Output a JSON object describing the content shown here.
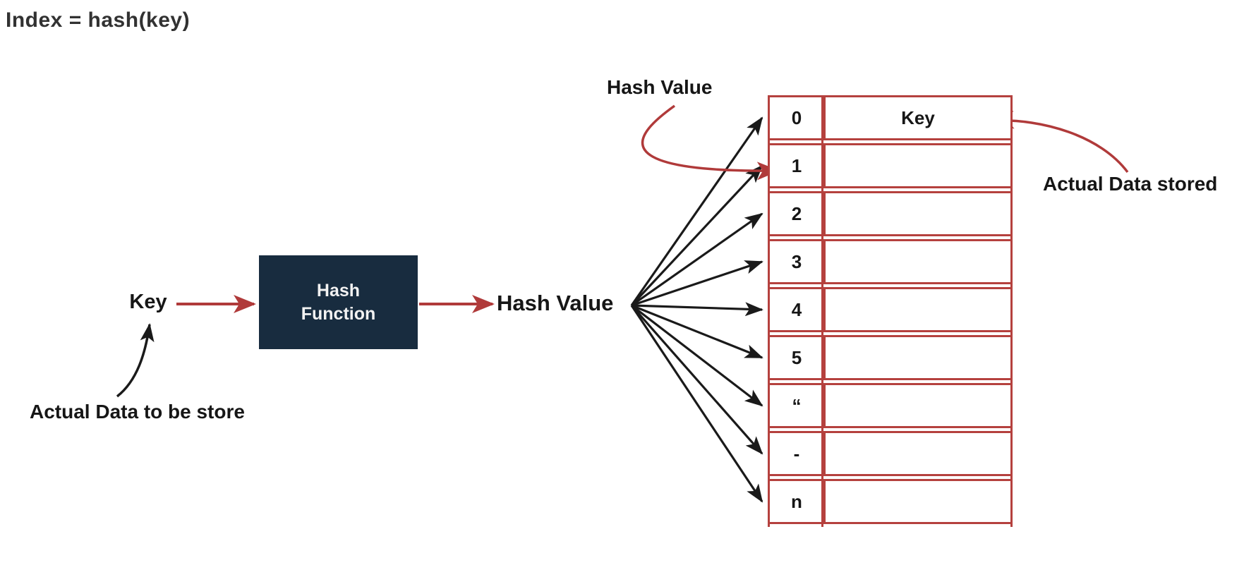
{
  "title": "Index = hash(key)",
  "colors": {
    "arrow_red": "#b03a3a",
    "table_border": "#b5413e",
    "box_navy": "#182c3f",
    "text_dark": "#323232",
    "text_black": "#161616"
  },
  "labels": {
    "key": "Key",
    "hash_function": "Hash\nFunction",
    "hash_value_mid": "Hash Value",
    "hash_value_top": "Hash Value",
    "actual_data_stored": "Actual Data stored",
    "actual_data_to_be_store": "Actual Data to be store"
  },
  "icons": {
    "red_arrow": "red-arrow",
    "black_arrow": "black-arrow"
  },
  "table": {
    "rows": [
      {
        "index": "0",
        "value": "Key"
      },
      {
        "index": "1",
        "value": ""
      },
      {
        "index": "2",
        "value": ""
      },
      {
        "index": "3",
        "value": ""
      },
      {
        "index": "4",
        "value": ""
      },
      {
        "index": "5",
        "value": ""
      },
      {
        "index": "“",
        "value": ""
      },
      {
        "index": "-",
        "value": ""
      },
      {
        "index": "n",
        "value": ""
      }
    ]
  }
}
